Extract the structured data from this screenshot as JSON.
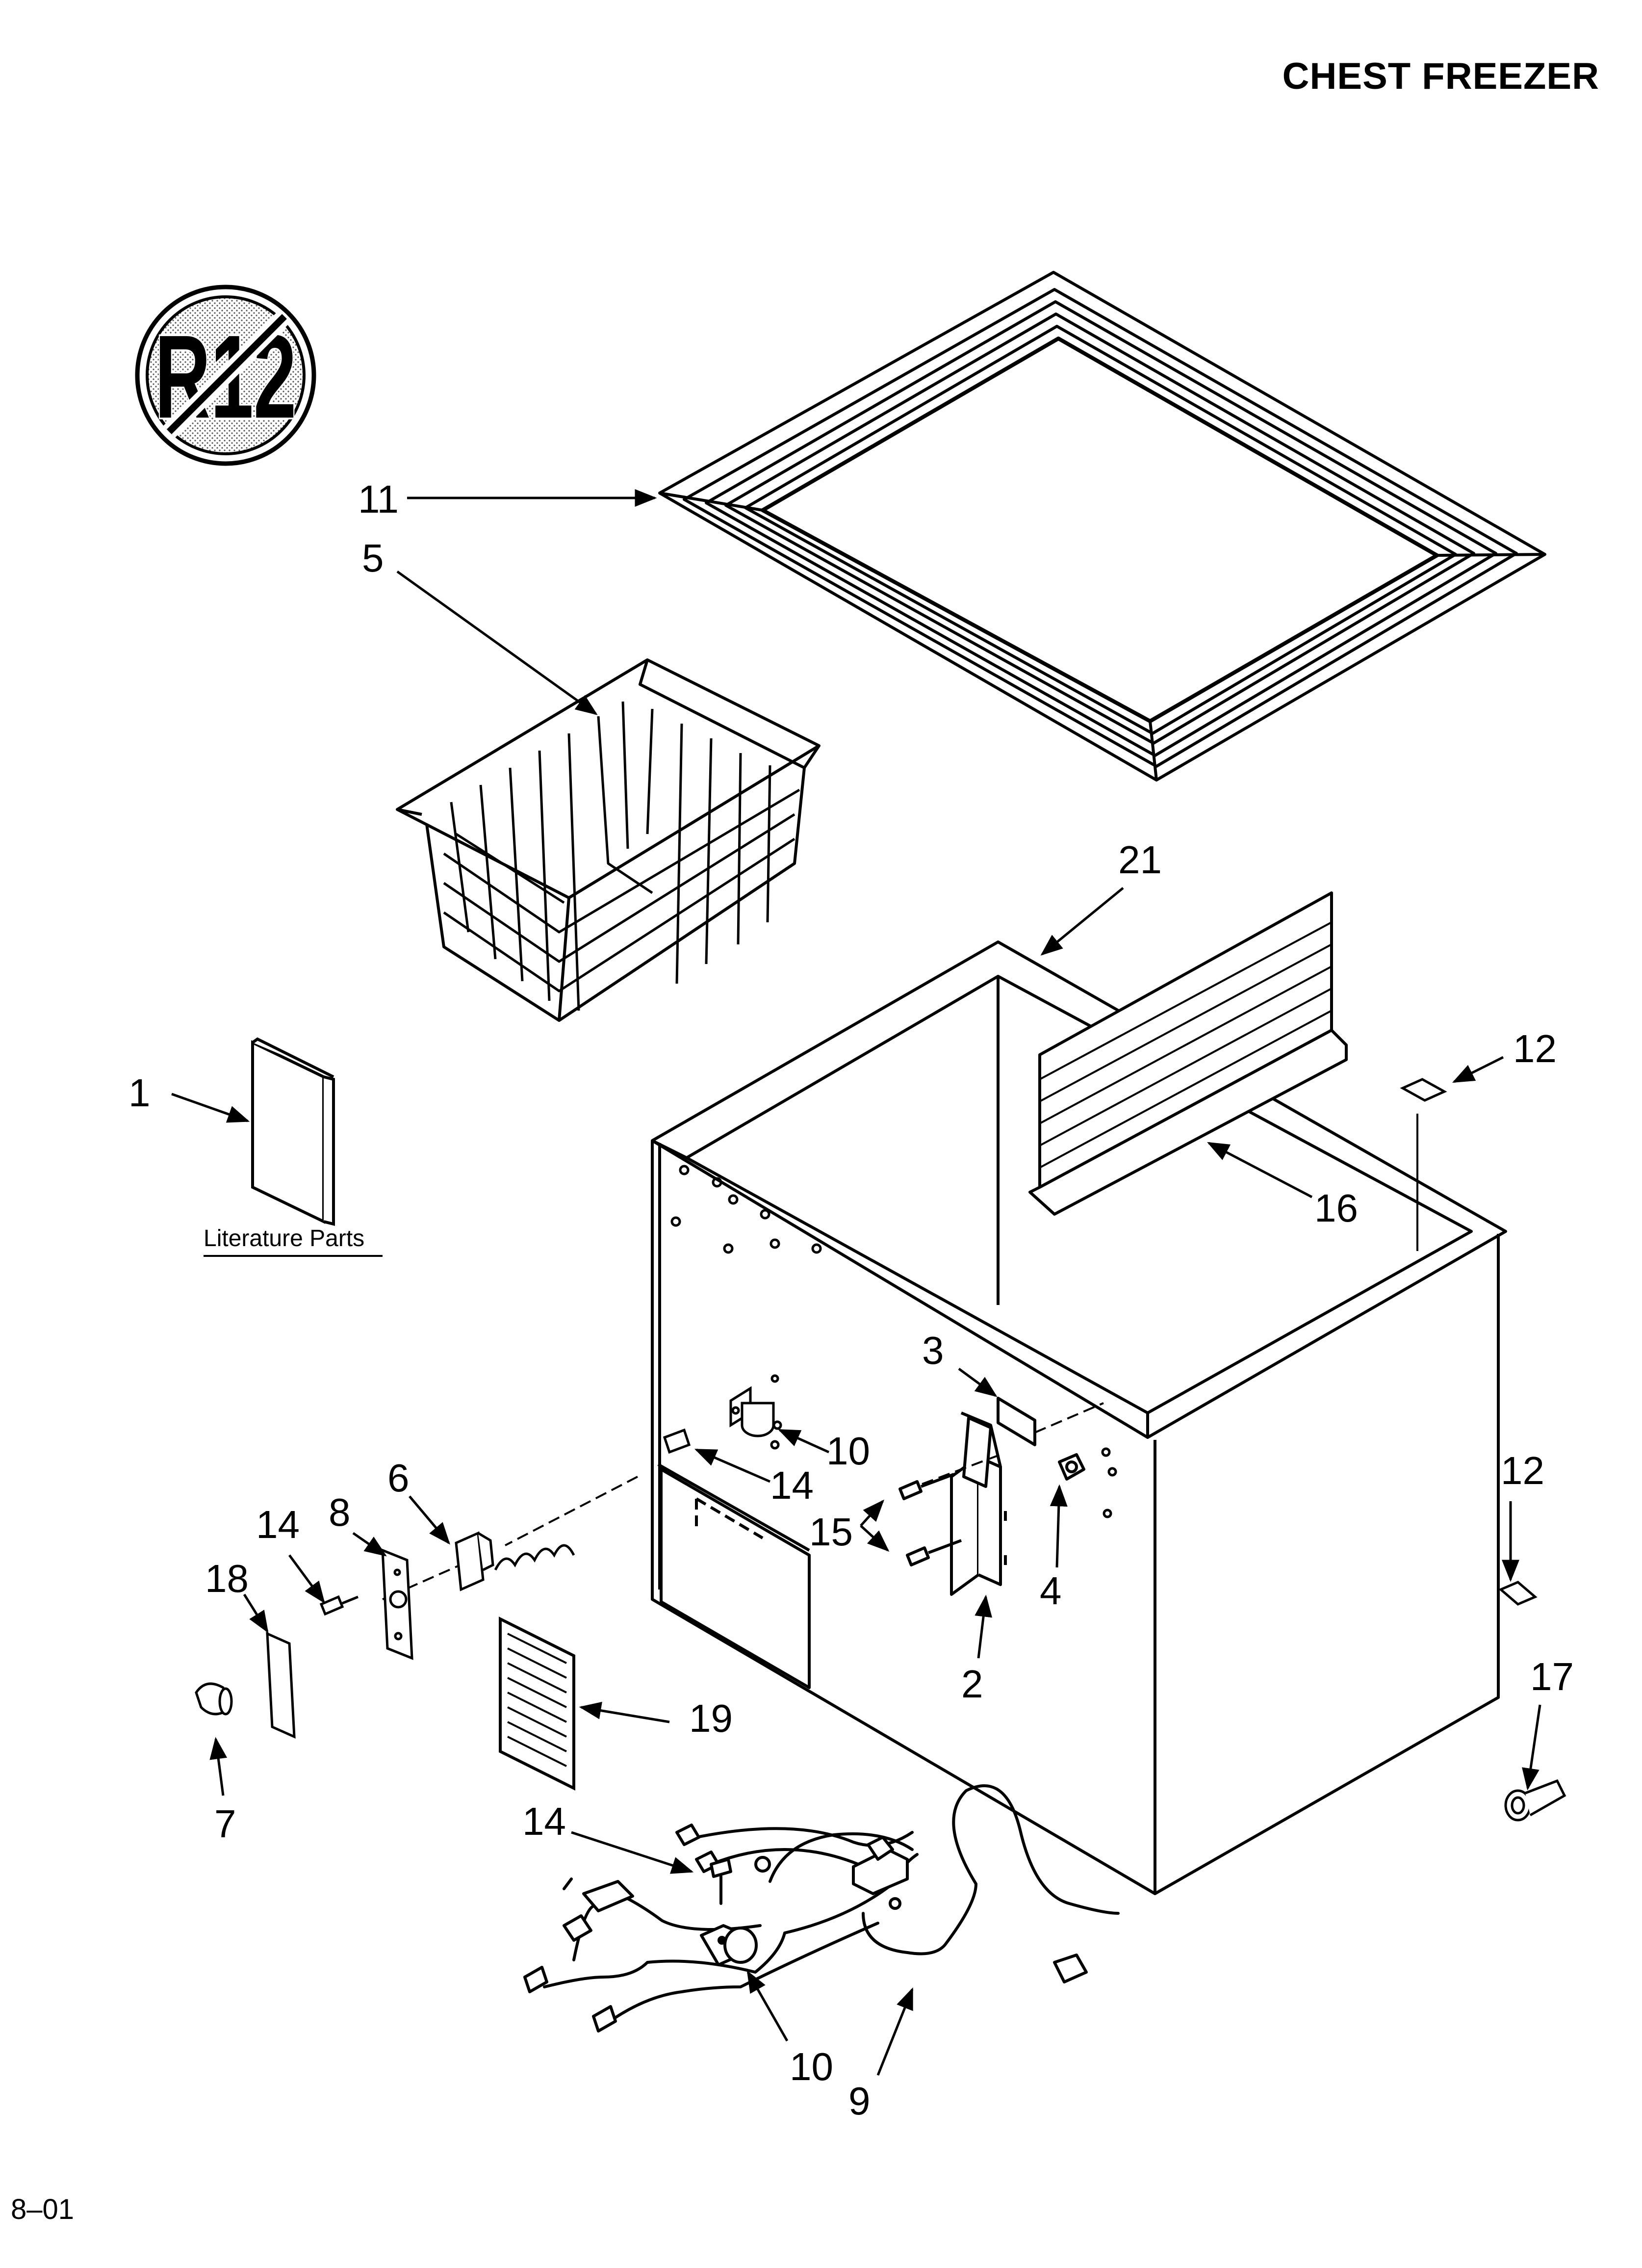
{
  "title": "CHEST FREEZER",
  "footer": "8–01",
  "badge": {
    "text": "R12",
    "icon": "no-r12-icon"
  },
  "literature_label": "Literature Parts",
  "callouts": {
    "c1": "1",
    "c2": "2",
    "c3": "3",
    "c4": "4",
    "c5": "5",
    "c6": "6",
    "c7": "7",
    "c8": "8",
    "c9": "9",
    "c10a": "10",
    "c10b": "10",
    "c11": "11",
    "c12a": "12",
    "c12b": "12",
    "c14a": "14",
    "c14b": "14",
    "c14c": "14",
    "c15": "15",
    "c16": "16",
    "c17": "17",
    "c18": "18",
    "c19": "19",
    "c21": "21"
  }
}
